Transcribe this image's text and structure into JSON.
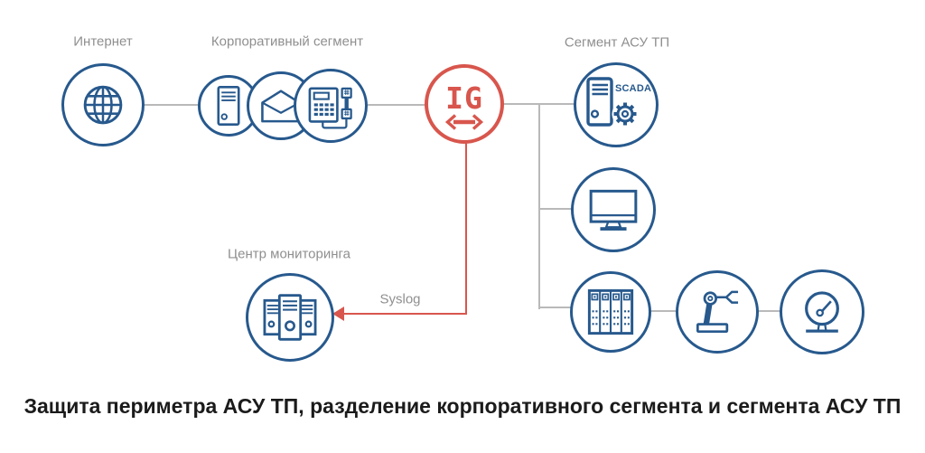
{
  "diagram": {
    "nodes": {
      "internet": {
        "label": "Интернет",
        "icon": "globe-icon"
      },
      "corporate_segment": {
        "label": "Корпоративный сегмент",
        "icons": [
          "server-tower-icon",
          "envelope-icon",
          "fax-phone-icon"
        ]
      },
      "gateway": {
        "label": "IG",
        "icon": "double-arrow-icon"
      },
      "ics_segment": {
        "label": "Сегмент АСУ ТП"
      },
      "scada_server": {
        "badge": "SCADA",
        "icon": "scada-server-gear-icon"
      },
      "workstation": {
        "icon": "monitor-icon"
      },
      "server_rack": {
        "icon": "server-rack-icon"
      },
      "robot_arm": {
        "icon": "robot-arm-icon"
      },
      "gauge": {
        "icon": "gauge-icon"
      },
      "monitoring_center": {
        "label": "Центр мониторинга",
        "icon": "server-group-icon"
      }
    },
    "edges": {
      "syslog": {
        "label": "Syslog"
      }
    },
    "caption": "Защита периметра АСУ ТП, разделение корпоративного сегмента и сегмента АСУ ТП"
  },
  "colors": {
    "node_blue": "#27598D",
    "accent_red": "#D8564D",
    "line_gray": "#B9B9B9",
    "label_gray": "#8F8F8F",
    "caption_color": "#1B1B1B"
  }
}
